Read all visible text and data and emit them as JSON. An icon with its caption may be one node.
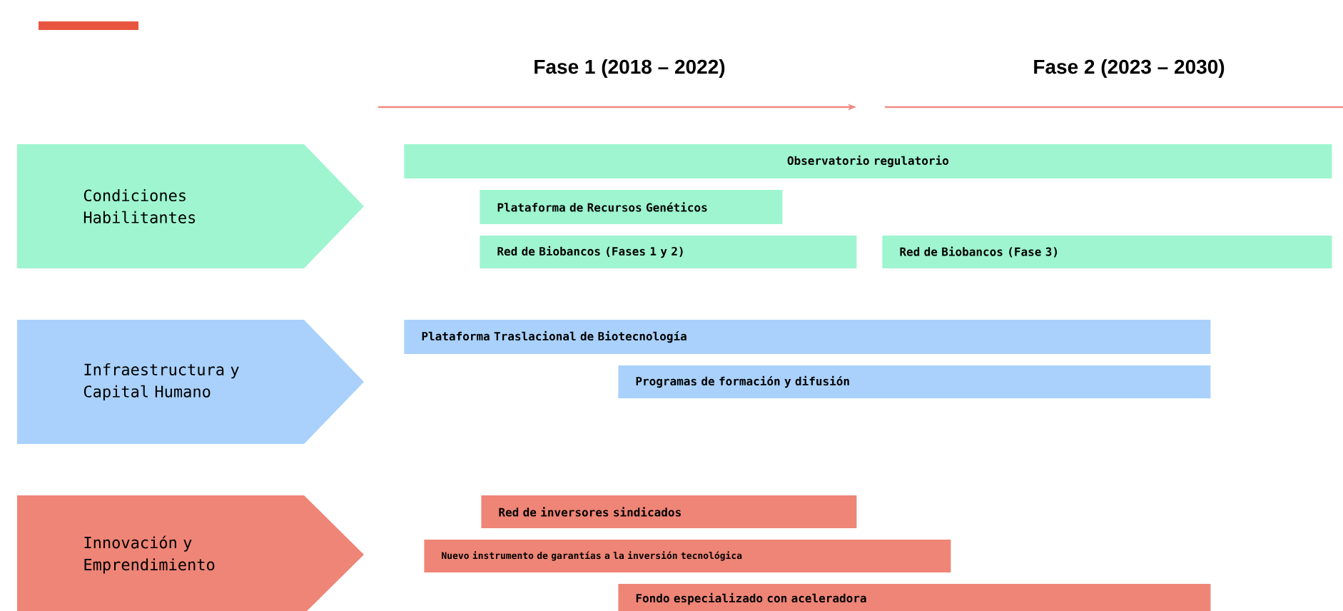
{
  "diagram": {
    "nodes": [
      {
        "text": [
          "Condiciones Habilitantes"
        ]
      },
      {
        "text": [
          "Observatorio regulatorio"
        ]
      },
      {
        "text": [
          "Plataforma de Recursos Genéticos"
        ]
      },
      {
        "text": [
          "Red de Biobancos (Fases 1 y 2)"
        ]
      },
      {
        "text": [
          "Red de Biobancos (Fase 3)"
        ]
      },
      {
        "text": [
          "Infraestructura y Capital Humano"
        ]
      },
      {
        "text": [
          "Plataforma Traslacional de Biotecnología"
        ]
      },
      {
        "text": [
          "Programas de formación y difusión"
        ]
      },
      {
        "text": [
          "Innovación y Emprendimiento"
        ]
      },
      {
        "text": [
          "Red de inversores sindicados"
        ]
      },
      {
        "text": [
          "Nuevo instrumento de garantías a la inversión tecnológica"
        ]
      },
      {
        "text": [
          "Fondo especializado con aceleradora"
        ]
      }
    ],
    "labels": [
      "Fase 1 (2018 – 2022)",
      "Fase 2 (2023 – 2030)"
    ]
  }
}
